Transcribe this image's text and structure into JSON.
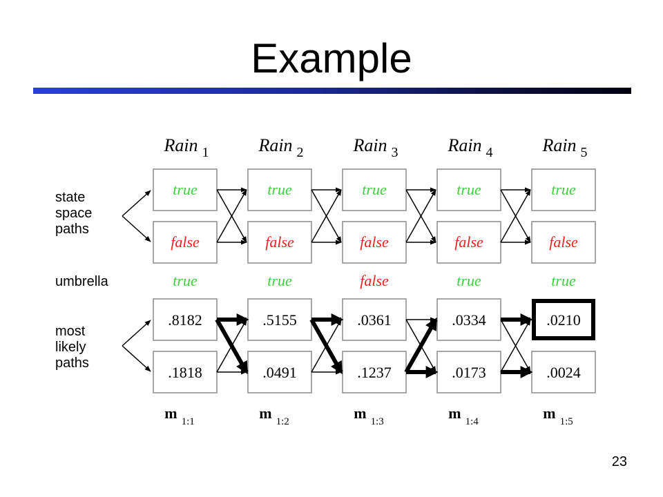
{
  "slide": {
    "title": "Example",
    "number": "23"
  },
  "row_labels": {
    "state_paths": [
      "state",
      "space",
      "paths"
    ],
    "umbrella": "umbrella",
    "likely_paths": [
      "most",
      "likely",
      "paths"
    ]
  },
  "columns": [
    {
      "head": "Rain",
      "sub": "1",
      "top": "true",
      "bottom": "false",
      "umbrella": "true",
      "likely_top": ".8182",
      "likely_bottom": ".1818",
      "m": "m",
      "m_sub": "1:1"
    },
    {
      "head": "Rain",
      "sub": "2",
      "top": "true",
      "bottom": "false",
      "umbrella": "true",
      "likely_top": ".5155",
      "likely_bottom": ".0491",
      "m": "m",
      "m_sub": "1:2"
    },
    {
      "head": "Rain",
      "sub": "3",
      "top": "true",
      "bottom": "false",
      "umbrella": "false",
      "likely_top": ".0361",
      "likely_bottom": ".1237",
      "m": "m",
      "m_sub": "1:3"
    },
    {
      "head": "Rain",
      "sub": "4",
      "top": "true",
      "bottom": "false",
      "umbrella": "true",
      "likely_top": ".0334",
      "likely_bottom": ".0173",
      "m": "m",
      "m_sub": "1:4"
    },
    {
      "head": "Rain",
      "sub": "5",
      "top": "true",
      "bottom": "false",
      "umbrella": "true",
      "likely_top": ".0210",
      "likely_bottom": ".0024",
      "m": "m",
      "m_sub": "1:5"
    }
  ],
  "most_likely_path_highlight": {
    "column": 5,
    "row": "top"
  },
  "bold_transitions": [
    {
      "from_col": 1,
      "from": "top",
      "to": "top"
    },
    {
      "from_col": 1,
      "from": "top",
      "to": "bottom"
    },
    {
      "from_col": 2,
      "from": "top",
      "to": "top"
    },
    {
      "from_col": 2,
      "from": "top",
      "to": "bottom"
    },
    {
      "from_col": 3,
      "from": "bottom",
      "to": "top"
    },
    {
      "from_col": 3,
      "from": "bottom",
      "to": "bottom"
    },
    {
      "from_col": 4,
      "from": "top",
      "to": "top"
    },
    {
      "from_col": 4,
      "from": "bottom",
      "to": "bottom"
    }
  ],
  "colors": {
    "true": "#3fcf3f",
    "false": "#ee2222"
  }
}
